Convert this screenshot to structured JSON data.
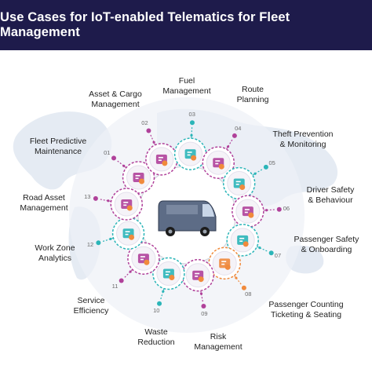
{
  "title": "Use Cases for IoT-enabled Telematics for Fleet Management",
  "colors": {
    "header_bg": "#1e1b4b",
    "purple": "#b0419a",
    "teal": "#2bb5b8",
    "orange": "#f08a3c",
    "map": "#dce4ef"
  },
  "use_cases": [
    {
      "num": "01",
      "label": "Fleet Predictive\nMaintenance",
      "icon": "maintenance-report-icon",
      "accent": "purple"
    },
    {
      "num": "02",
      "label": "Asset & Cargo\nManagement",
      "icon": "cargo-truck-icon",
      "accent": "purple"
    },
    {
      "num": "03",
      "label": "Fuel\nManagement",
      "icon": "fuel-pump-icon",
      "accent": "teal"
    },
    {
      "num": "04",
      "label": "Route\nPlanning",
      "icon": "route-map-icon",
      "accent": "purple"
    },
    {
      "num": "05",
      "label": "Theft Prevention\n& Monitoring",
      "icon": "eye-monitor-icon",
      "accent": "teal"
    },
    {
      "num": "06",
      "label": "Driver Safety\n& Behaviour",
      "icon": "driver-shield-icon",
      "accent": "purple"
    },
    {
      "num": "07",
      "label": "Passenger Safety\n& Onboarding",
      "icon": "passenger-group-icon",
      "accent": "teal"
    },
    {
      "num": "08",
      "label": "Passenger Counting\nTicketing & Seating",
      "icon": "ticket-counter-icon",
      "accent": "orange"
    },
    {
      "num": "09",
      "label": "Risk\nManagement",
      "icon": "risk-warning-icon",
      "accent": "purple"
    },
    {
      "num": "10",
      "label": "Waste\nReduction",
      "icon": "recycle-bin-icon",
      "accent": "teal"
    },
    {
      "num": "11",
      "label": "Service\nEfficiency",
      "icon": "gear-hands-icon",
      "accent": "purple"
    },
    {
      "num": "12",
      "label": "Work Zone\nAnalytics",
      "icon": "analytics-chart-icon",
      "accent": "teal"
    },
    {
      "num": "13",
      "label": "Road Asset\nManagement",
      "icon": "road-route-icon",
      "accent": "purple"
    }
  ],
  "center_icon": "delivery-van-icon"
}
